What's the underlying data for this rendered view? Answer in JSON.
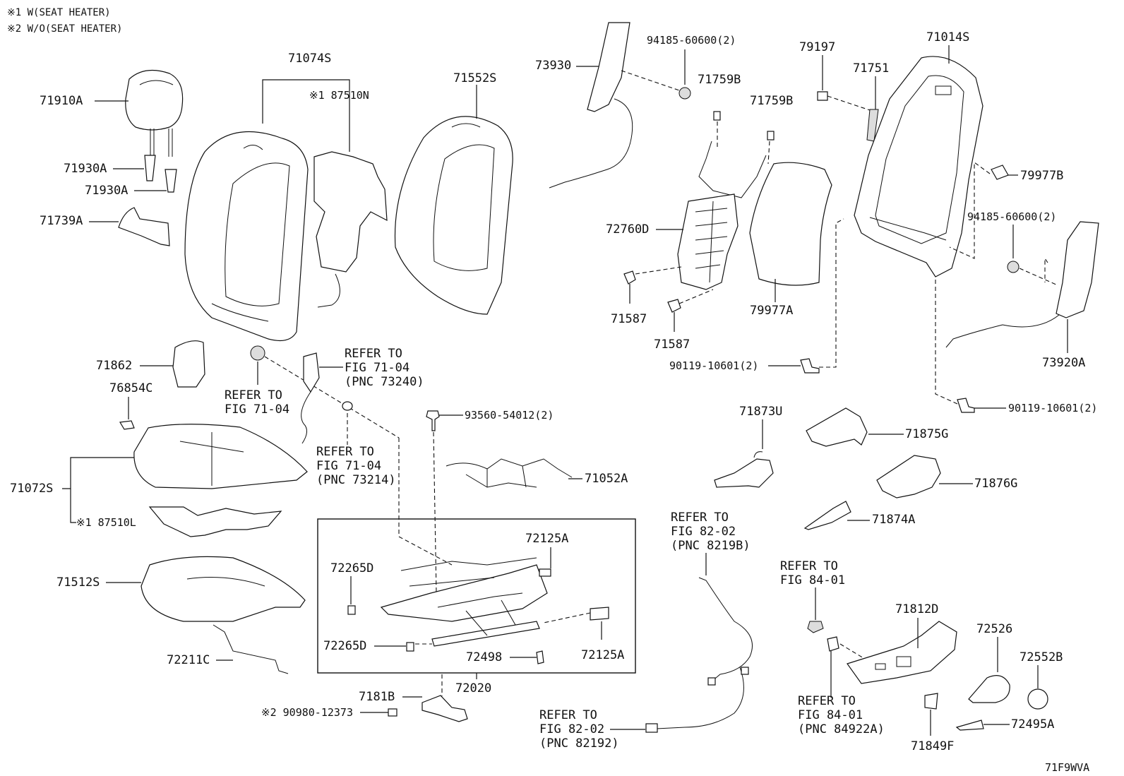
{
  "notes": {
    "note1": "※1 W(SEAT HEATER)",
    "note2": "※2 W/O(SEAT HEATER)"
  },
  "figure_code": "71F9WVA",
  "labels": {
    "p71910A": "71910A",
    "p71930A_1": "71930A",
    "p71930A_2": "71930A",
    "p71739A": "71739A",
    "p71074S": "71074S",
    "p87510N": "※1 87510N",
    "p71552S": "71552S",
    "p73930": "73930",
    "p94185_1": "94185-60600(2)",
    "p71759B_1": "71759B",
    "p71759B_2": "71759B",
    "p79197": "79197",
    "p71751": "71751",
    "p71014S": "71014S",
    "p79977B": "79977B",
    "p94185_2": "94185-60600(2)",
    "p72760D": "72760D",
    "p71587_1": "71587",
    "p71587_2": "71587",
    "p79977A": "79977A",
    "p73920A": "73920A",
    "p90119_1": "90119-10601(2)",
    "p90119_2": "90119-10601(2)",
    "p71862": "71862",
    "p76854C": "76854C",
    "p71072S": "71072S",
    "p87510L": "※1 87510L",
    "p71512S": "71512S",
    "p72211C": "72211C",
    "p93560": "93560-54012(2)",
    "p71052A": "71052A",
    "p72125A_1": "72125A",
    "p72265D_1": "72265D",
    "p72265D_2": "72265D",
    "p72498": "72498",
    "p72125A_2": "72125A",
    "p72020": "72020",
    "p7181B": "7181B",
    "p90980": "※2 90980-12373",
    "p71873U": "71873U",
    "p71875G": "71875G",
    "p71876G": "71876G",
    "p71874A": "71874A",
    "p71812D": "71812D",
    "p72526": "72526",
    "p72552B": "72552B",
    "p72495A": "72495A",
    "p71849F": "71849F"
  },
  "refs": {
    "r1": [
      "REFER TO",
      "FIG 71-04",
      "(PNC 73240)"
    ],
    "r2": [
      "REFER TO",
      "FIG 71-04"
    ],
    "r3": [
      "REFER TO",
      "FIG 71-04",
      "(PNC 73214)"
    ],
    "r4": [
      "REFER TO",
      "FIG 82-02",
      "(PNC 8219B)"
    ],
    "r5": [
      "REFER TO",
      "FIG 82-02",
      "(PNC 82192)"
    ],
    "r6": [
      "REFER TO",
      "FIG 84-01"
    ],
    "r7": [
      "REFER TO",
      "FIG 84-01",
      "(PNC 84922A)"
    ]
  }
}
